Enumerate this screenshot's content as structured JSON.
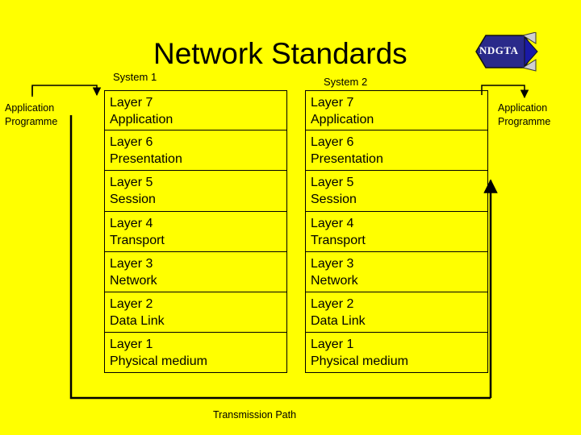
{
  "title": "Network Standards",
  "logo": {
    "text": "NDGTA",
    "color": "#1A1AA6"
  },
  "system1": {
    "label": "System 1",
    "layers": [
      {
        "name": "Layer 7",
        "desc": "Application"
      },
      {
        "name": "Layer 6",
        "desc": "Presentation"
      },
      {
        "name": "Layer 5",
        "desc": "Session"
      },
      {
        "name": "Layer 4",
        "desc": "Transport"
      },
      {
        "name": "Layer 3",
        "desc": "Network"
      },
      {
        "name": "Layer 2",
        "desc": "Data Link"
      },
      {
        "name": "Layer 1",
        "desc": "Physical medium"
      }
    ]
  },
  "system2": {
    "label": "System 2",
    "layers": [
      {
        "name": "Layer 7",
        "desc": "Application"
      },
      {
        "name": "Layer 6",
        "desc": "Presentation"
      },
      {
        "name": "Layer 5",
        "desc": "Session"
      },
      {
        "name": "Layer 4",
        "desc": "Transport"
      },
      {
        "name": "Layer 3",
        "desc": "Network"
      },
      {
        "name": "Layer 2",
        "desc": "Data Link"
      },
      {
        "name": "Layer 1",
        "desc": "Physical medium"
      }
    ]
  },
  "left_app": {
    "line1": "Application",
    "line2": "Programme"
  },
  "right_app": {
    "line1": "Application",
    "line2": "Programme"
  },
  "transmission_path": "Transmission Path",
  "colors": {
    "background": "#FFFF00",
    "line": "#000000"
  }
}
